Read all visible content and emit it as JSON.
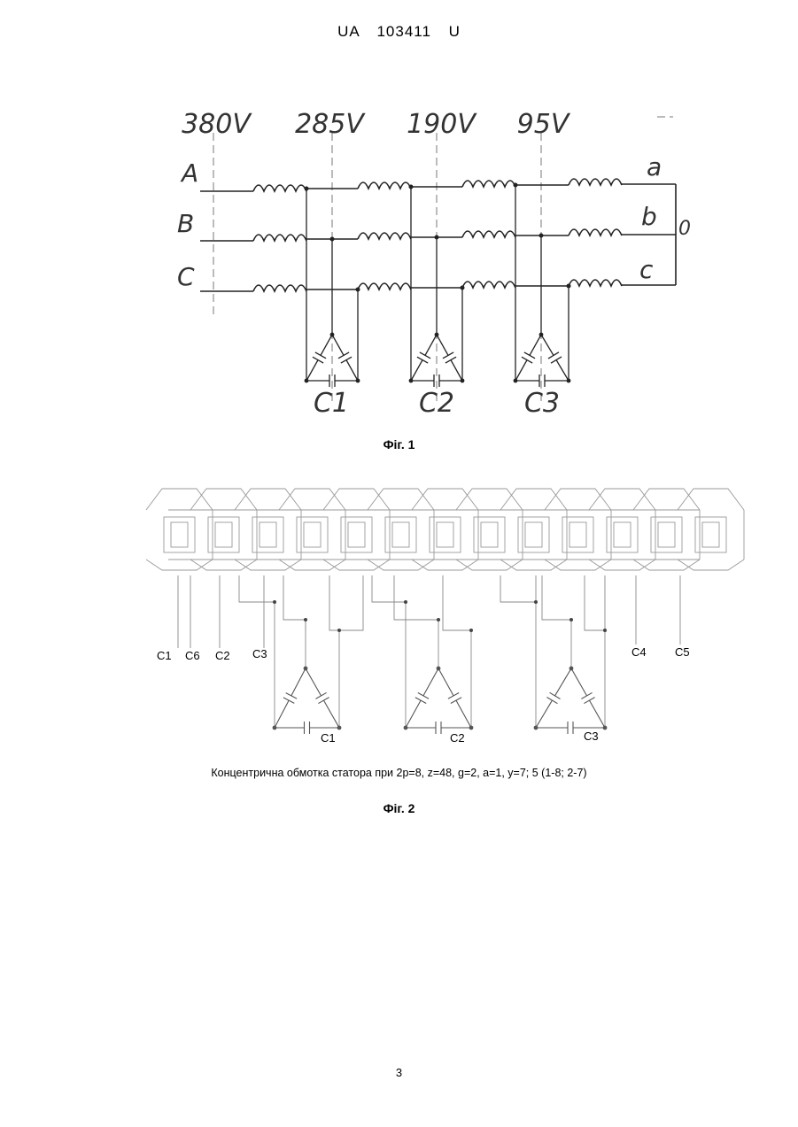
{
  "header": {
    "doc_number": "UA   103411   U"
  },
  "figure1": {
    "voltages": [
      "380V",
      "285V",
      "190V",
      "95V"
    ],
    "phases_in": [
      "A",
      "B",
      "C"
    ],
    "phases_out": [
      "a",
      "b",
      "c"
    ],
    "neutral": "0",
    "capacitor_banks": [
      "C1",
      "C2",
      "C3"
    ],
    "caption": "Фіг. 1"
  },
  "figure2": {
    "leads_left": [
      "C1",
      "C6",
      "C2",
      "C3"
    ],
    "leads_right": [
      "C4",
      "C5"
    ],
    "capacitor_banks": [
      "C1",
      "C2",
      "C3"
    ],
    "description": "Концентрична обмотка статора при 2р=8, z=48, g=2, a=1, y=7; 5 (1-8; 2-7)",
    "caption": "Фіг. 2"
  },
  "footer": {
    "page_number": "3"
  }
}
